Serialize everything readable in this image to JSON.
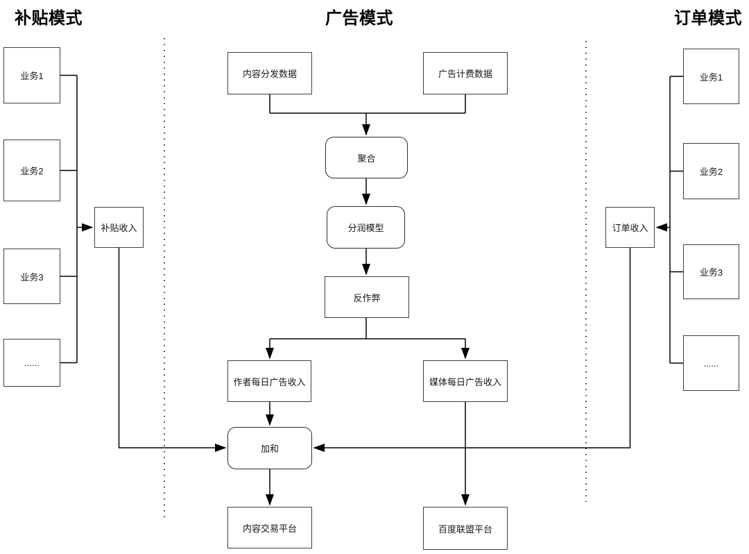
{
  "sections": {
    "left": {
      "title": "补贴模式"
    },
    "center": {
      "title": "广告模式"
    },
    "right": {
      "title": "订单模式"
    }
  },
  "left_column": {
    "businesses": [
      "业务1",
      "业务2",
      "业务3",
      "......"
    ],
    "income_label": "补贴收入"
  },
  "right_column": {
    "businesses": [
      "业务1",
      "业务2",
      "业务3",
      "......"
    ],
    "income_label": "订单收入"
  },
  "center_flow": {
    "content_distribution_data": "内容分发数据",
    "ad_billing_data": "广告计费数据",
    "aggregation": "聚合",
    "profit_sharing_model": "分润模型",
    "anti_cheating": "反作弊",
    "author_daily_ad_income": "作者每日广告收入",
    "media_daily_ad_income": "媒体每日广告收入",
    "sum": "加和",
    "content_trading_platform": "内容交易平台",
    "baidu_union_platform": "百度联盟平台"
  },
  "colors": {
    "background": "#ffffff",
    "node_border": "#3d3d3d",
    "connector": "#000000",
    "text": "#161616"
  }
}
